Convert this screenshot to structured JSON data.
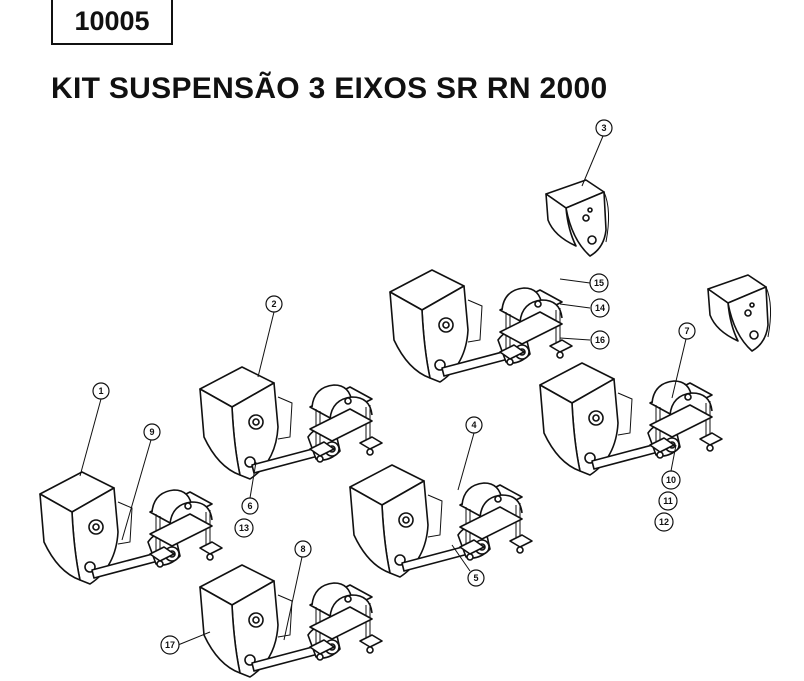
{
  "code": "10005",
  "title": "KIT SUSPENSÃO 3 EIXOS SR RN 2000",
  "callouts": [
    "1",
    "2",
    "3",
    "4",
    "5",
    "6",
    "7",
    "8",
    "9",
    "10",
    "11",
    "12",
    "13",
    "14",
    "15",
    "16",
    "17"
  ]
}
